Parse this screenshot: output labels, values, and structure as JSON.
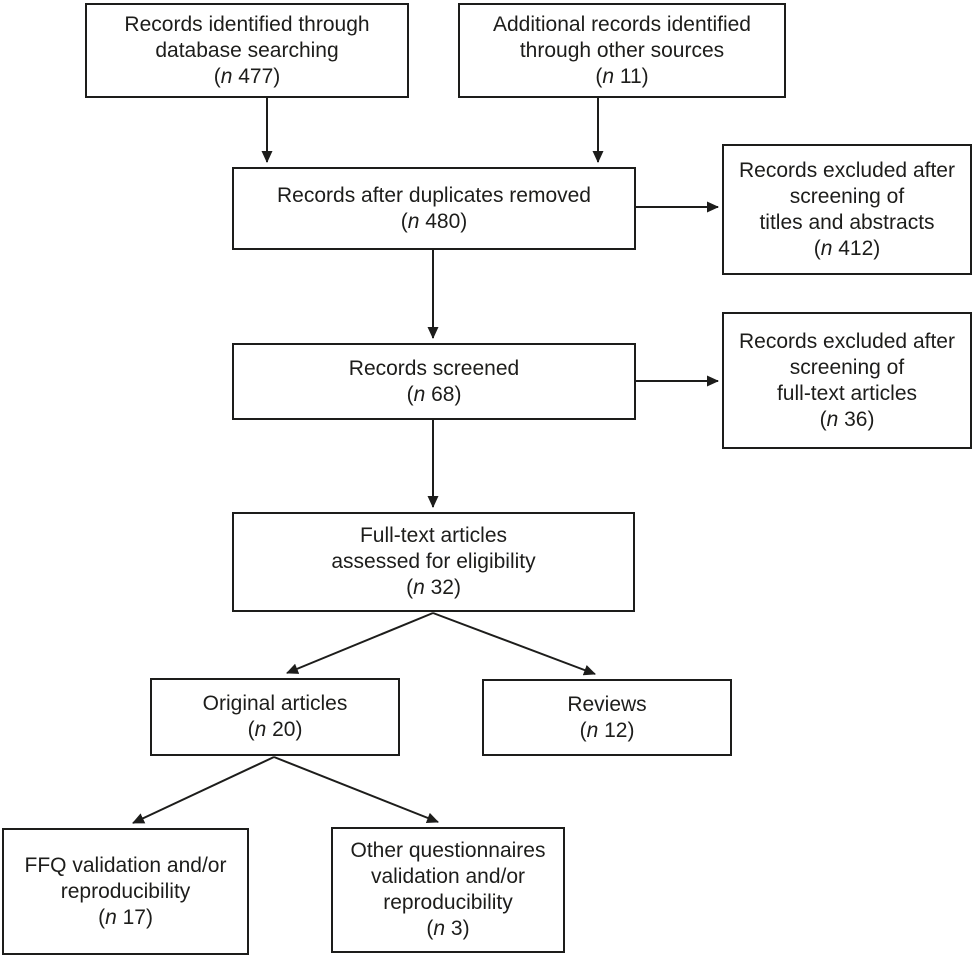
{
  "colors": {
    "ink": "#1d1d1b",
    "background": "#ffffff"
  },
  "diagram_type": "flowchart",
  "boxes": [
    {
      "name": "records-identified-database",
      "lines": [
        "Records identified through",
        "database searching"
      ],
      "count_open": "(",
      "count_n": "n",
      "count_rest": " 477)"
    },
    {
      "name": "additional-records-other-sources",
      "lines": [
        "Additional records identified",
        "through other sources"
      ],
      "count_open": "(",
      "count_n": "n",
      "count_rest": " 11)"
    },
    {
      "name": "records-after-duplicates-removed",
      "lines": [
        "Records after duplicates removed"
      ],
      "count_open": "(",
      "count_n": "n",
      "count_rest": " 480)"
    },
    {
      "name": "records-excluded-titles-abstracts",
      "lines": [
        "Records excluded after",
        "screening of",
        "titles and abstracts"
      ],
      "count_open": "(",
      "count_n": "n",
      "count_rest": " 412)"
    },
    {
      "name": "records-screened",
      "lines": [
        "Records screened"
      ],
      "count_open": "(",
      "count_n": "n",
      "count_rest": " 68)"
    },
    {
      "name": "records-excluded-fulltext",
      "lines": [
        "Records excluded after",
        "screening of",
        "full-text articles"
      ],
      "count_open": "(",
      "count_n": "n",
      "count_rest": " 36)"
    },
    {
      "name": "fulltext-articles-assessed",
      "lines": [
        "Full-text articles",
        "assessed for eligibility"
      ],
      "count_open": "(",
      "count_n": "n",
      "count_rest": " 32)"
    },
    {
      "name": "original-articles",
      "lines": [
        "Original articles"
      ],
      "count_open": "(",
      "count_n": "n",
      "count_rest": " 20)"
    },
    {
      "name": "reviews",
      "lines": [
        "Reviews"
      ],
      "count_open": "(",
      "count_n": "n",
      "count_rest": " 12)"
    },
    {
      "name": "ffq-validation-reproducibility",
      "lines": [
        "FFQ validation and/or",
        "reproducibility"
      ],
      "count_open": "(",
      "count_n": "n",
      "count_rest": " 17)"
    },
    {
      "name": "other-questionnaires-validation-reproducibility",
      "lines": [
        "Other questionnaires",
        "validation and/or",
        "reproducibility"
      ],
      "count_open": "(",
      "count_n": "n",
      "count_rest": " 3)"
    }
  ],
  "edges": [
    {
      "from": "records-identified-database",
      "to": "records-after-duplicates-removed"
    },
    {
      "from": "additional-records-other-sources",
      "to": "records-after-duplicates-removed"
    },
    {
      "from": "records-after-duplicates-removed",
      "to": "records-excluded-titles-abstracts"
    },
    {
      "from": "records-after-duplicates-removed",
      "to": "records-screened"
    },
    {
      "from": "records-screened",
      "to": "records-excluded-fulltext"
    },
    {
      "from": "records-screened",
      "to": "fulltext-articles-assessed"
    },
    {
      "from": "fulltext-articles-assessed",
      "to": "original-articles"
    },
    {
      "from": "fulltext-articles-assessed",
      "to": "reviews"
    },
    {
      "from": "original-articles",
      "to": "ffq-validation-reproducibility"
    },
    {
      "from": "original-articles",
      "to": "other-questionnaires-validation-reproducibility"
    }
  ]
}
